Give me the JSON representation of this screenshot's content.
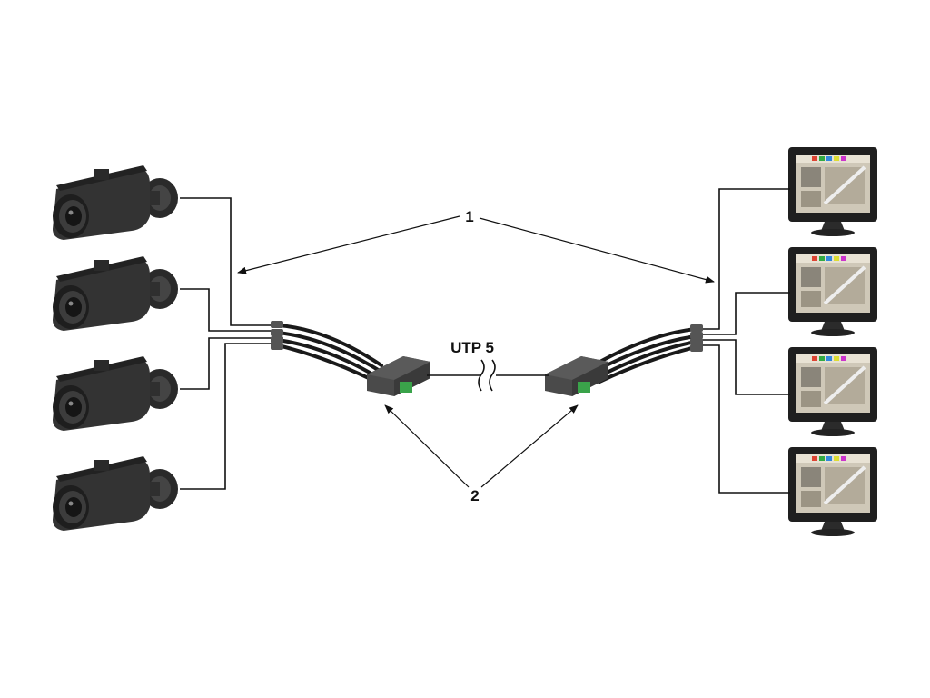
{
  "labels": {
    "item1": "1",
    "item2": "2",
    "cable": "UTP 5"
  },
  "devices": {
    "cameras": [
      {
        "icon": "bullet-camera-icon"
      },
      {
        "icon": "bullet-camera-icon"
      },
      {
        "icon": "bullet-camera-icon"
      },
      {
        "icon": "bullet-camera-icon"
      }
    ],
    "monitors": [
      {
        "icon": "monitor-icon"
      },
      {
        "icon": "monitor-icon"
      },
      {
        "icon": "monitor-icon"
      },
      {
        "icon": "monitor-icon"
      }
    ],
    "transceivers": [
      {
        "icon": "video-balun-transmitter-icon"
      },
      {
        "icon": "video-balun-receiver-icon"
      }
    ]
  },
  "colors": {
    "background": "#ffffff",
    "line": "#111111",
    "device_body": "#3a3a3a",
    "terminal_green": "#3aa34a",
    "screen_fill": "#d9d3c4"
  }
}
